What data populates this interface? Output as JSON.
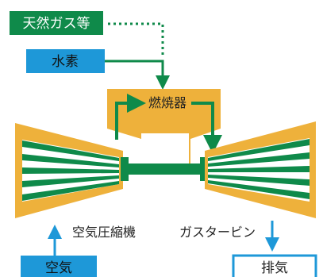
{
  "labels": {
    "natural_gas": "天然ガス等",
    "hydrogen": "水素",
    "combustor": "燃焼器",
    "compressor": "空気圧縮機",
    "turbine": "ガスタービン",
    "air": "空気",
    "exhaust": "排気"
  },
  "colors": {
    "casing": "#EEB13B",
    "green": "#0F8A4A",
    "blue": "#1E98D8",
    "white": "#FFFFFF",
    "text_dark": "#222222"
  }
}
